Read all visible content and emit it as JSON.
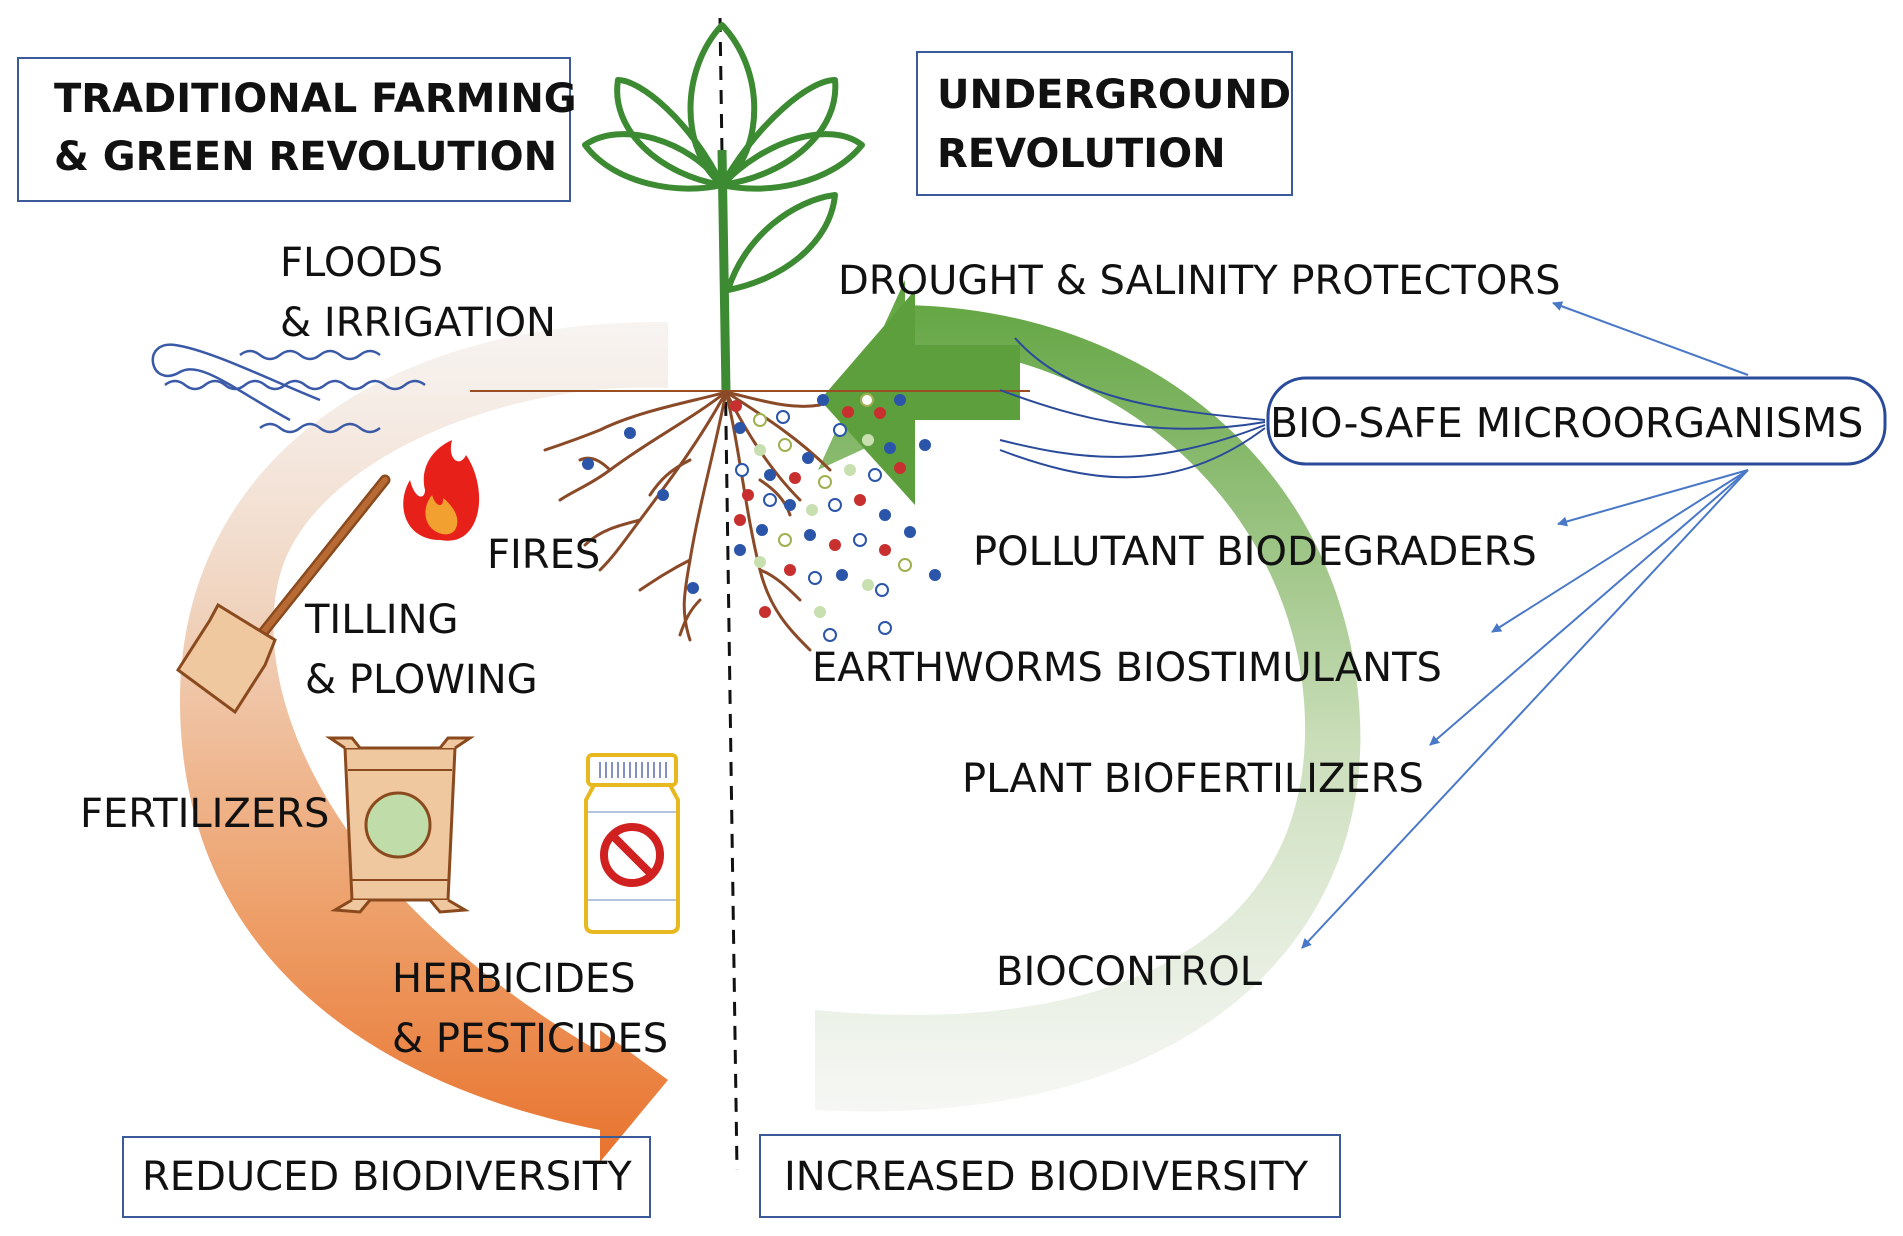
{
  "headers": {
    "traditional": [
      "TRADITIONAL FARMING",
      "& GREEN REVOLUTION"
    ],
    "underground": [
      "UNDERGROUND",
      "REVOLUTION"
    ]
  },
  "left_labels": {
    "floods": [
      "FLOODS",
      "& IRRIGATION"
    ],
    "fires": "FIRES",
    "tilling": [
      "TILLING",
      "& PLOWING"
    ],
    "fertilizers": "FERTILIZERS",
    "herbicides": [
      "HERBICIDES",
      "& PESTICIDES"
    ]
  },
  "right_labels": {
    "drought": "DROUGHT & SALINITY PROTECTORS",
    "microorganisms": "BIO-SAFE MICROORGANISMS",
    "pollutant": "POLLUTANT BIODEGRADERS",
    "earthworms": "EARTHWORMS BIOSTIMULANTS",
    "biofertilizers": "PLANT BIOFERTILIZERS",
    "biocontrol": "BIOCONTROL"
  },
  "footers": {
    "reduced": "REDUCED BIODIVERSITY",
    "increased": "INCREASED BIODIVERSITY"
  },
  "colors": {
    "box_border": "#3a5a9a",
    "plant_green": "#3c8a32",
    "arrow_orange": "#e8793a",
    "arrow_green": "#6aaa4c",
    "microbe_arrow_blue": "#4a78c8",
    "root_brown": "#8a4a28",
    "soil_line": "#9a4e22"
  },
  "icons": [
    "water-waves-icon",
    "fire-icon",
    "shovel-icon",
    "fertilizer-sack-icon",
    "pesticide-bottle-icon",
    "no-symbol-icon",
    "plant-icon",
    "roots-icon",
    "microbe-dots-icon"
  ]
}
